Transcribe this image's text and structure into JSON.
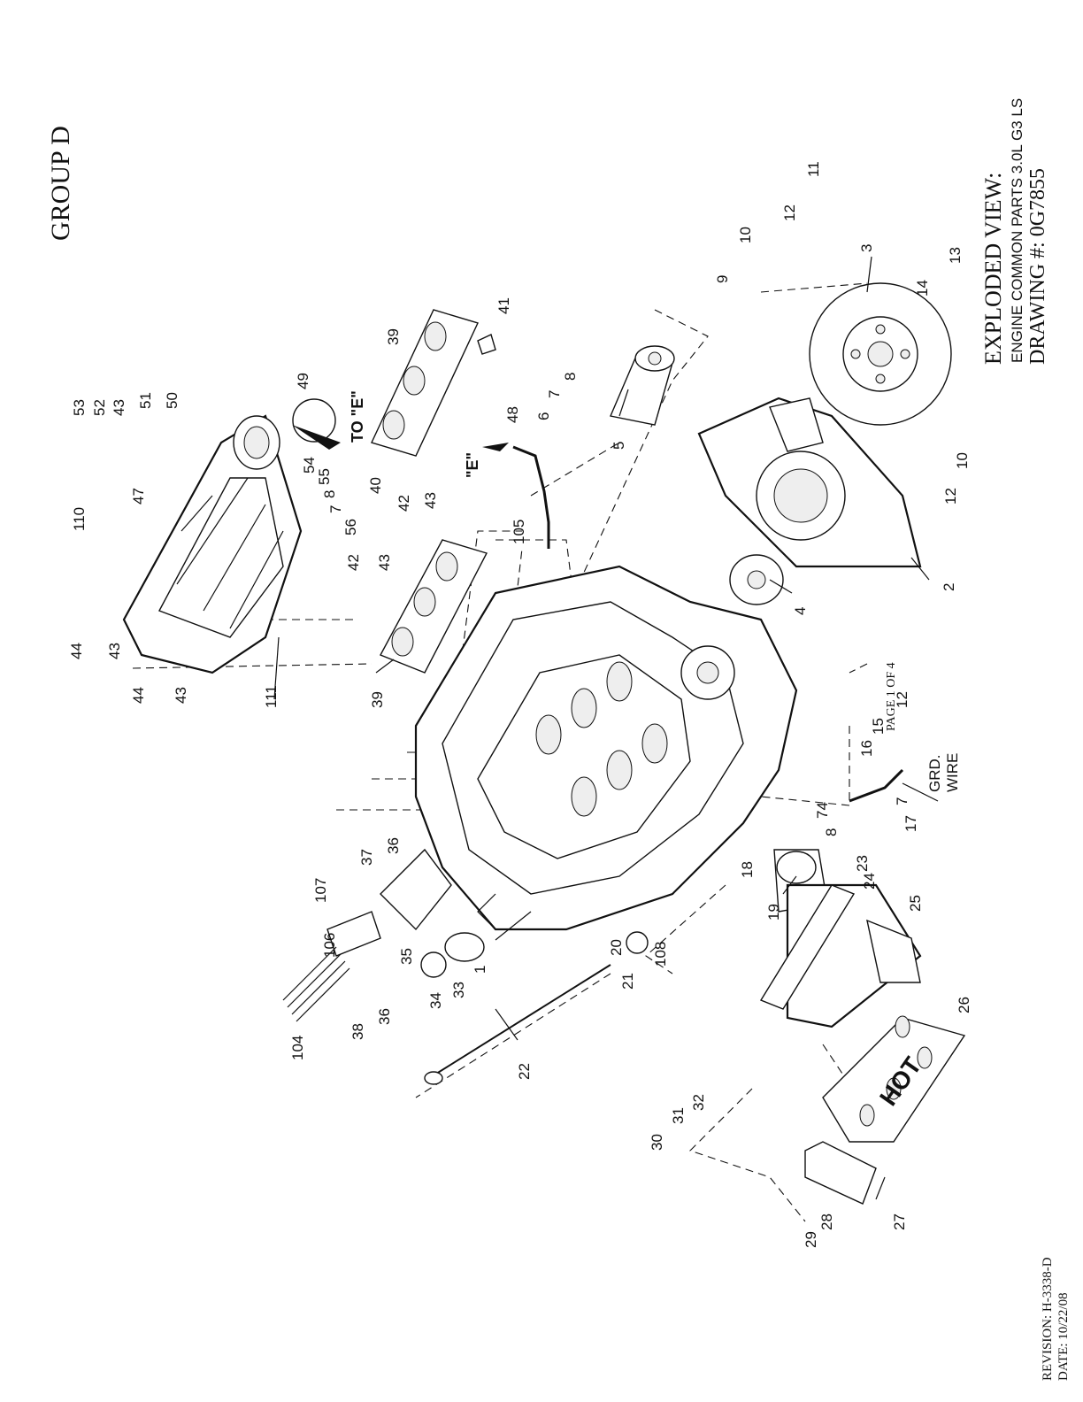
{
  "page": {
    "group_title": "GROUP D",
    "title_line1": "EXPLODED VIEW:",
    "title_line2": "ENGINE COMMON PARTS 3.0L G3 LS",
    "drawing_number": "DRAWING #: 0G7855",
    "page_label": "PAGE 1 OF 4",
    "revision": "REVISION: H-3338-D",
    "date": "DATE:  10/22/08"
  },
  "annotations": {
    "to_e": "TO \"E\"",
    "e_marker": "\"E\"",
    "grd_wire_1": "GRD.",
    "grd_wire_2": "WIRE",
    "hot_plate": "HOT"
  },
  "callouts": [
    "1",
    "2",
    "3",
    "4",
    "5",
    "6",
    "7",
    "7",
    "7",
    "8",
    "8",
    "8",
    "9",
    "10",
    "10",
    "11",
    "12",
    "12",
    "12",
    "13",
    "14",
    "15",
    "16",
    "17",
    "18",
    "19",
    "20",
    "21",
    "22",
    "23",
    "24",
    "25",
    "26",
    "27",
    "28",
    "29",
    "30",
    "31",
    "32",
    "33",
    "34",
    "35",
    "36",
    "36",
    "37",
    "38",
    "39",
    "39",
    "40",
    "41",
    "42",
    "42",
    "43",
    "43",
    "43",
    "43",
    "43",
    "44",
    "44",
    "47",
    "48",
    "49",
    "50",
    "51",
    "52",
    "53",
    "54",
    "55",
    "56",
    "74",
    "104",
    "105",
    "106",
    "107",
    "108",
    "110",
    "111"
  ]
}
